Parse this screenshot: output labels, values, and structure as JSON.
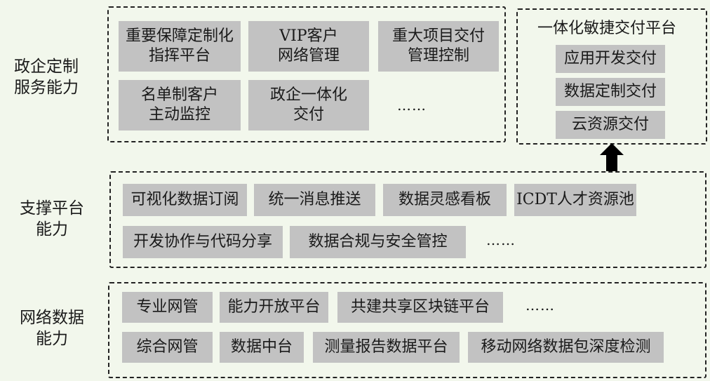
{
  "sections": {
    "gov": {
      "label": "政企定制\n服务能力",
      "items": [
        "重要保障定制化\n指挥平台",
        "VIP客户\n网络管理",
        "重大项目交付\n管理控制",
        "名单制客户\n主动监控",
        "政企一体化\n交付"
      ],
      "ellipsis": "……"
    },
    "delivery": {
      "title": "一体化敏捷交付平台",
      "items": [
        "应用开发交付",
        "数据定制交付",
        "云资源交付"
      ]
    },
    "support": {
      "label": "支撑平台\n能力",
      "items": [
        "可视化数据订阅",
        "统一消息推送",
        "数据灵感看板",
        "ICDT人才资源池",
        "开发协作与代码分享",
        "数据合规与安全管控"
      ],
      "ellipsis": "……"
    },
    "network": {
      "label": "网络数据\n能力",
      "items": [
        "专业网管",
        "能力开放平台",
        "共建共享区块链平台",
        "综合网管",
        "数据中台",
        "测量报告数据平台",
        "移动网络数据包深度检测"
      ],
      "ellipsis": "……"
    }
  }
}
